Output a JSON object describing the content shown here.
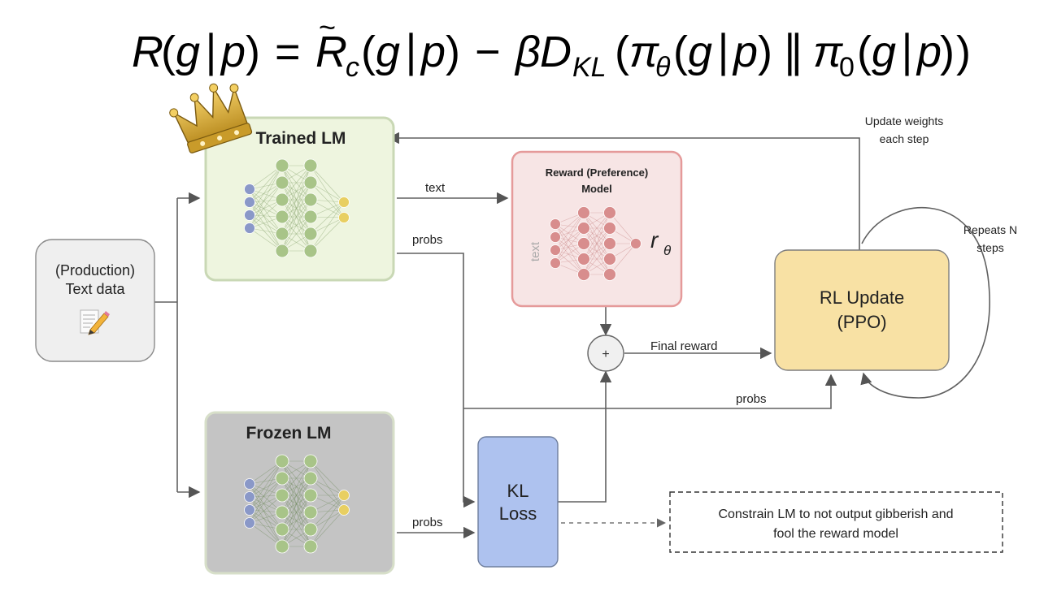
{
  "formula": {
    "R": "R",
    "open1": "(",
    "g1": "g",
    "bar1": "∣",
    "p1": "p",
    "close1": ")",
    "eq": "=",
    "Rtilde": "R",
    "tilde": "~",
    "c": "c",
    "open2": "(",
    "g2": "g",
    "bar2": "∣",
    "p2": "p",
    "close2": ")",
    "minus": "−",
    "beta": "β",
    "D": "D",
    "KL": "KL",
    "open3": "(",
    "pi1": "π",
    "theta": "θ",
    "open4": "(",
    "g3": "g",
    "bar3": "∣",
    "p3": "p",
    "close4": ")",
    "parallel": "∥",
    "pi2": "π",
    "zero": "0",
    "open5": "(",
    "g4": "g",
    "bar4": "∣",
    "p4": "p",
    "close5": ")",
    "close3": ")"
  },
  "nodes": {
    "trained_lm": "Trained LM",
    "frozen_lm": "Frozen LM",
    "text_data_line1": "(Production)",
    "text_data_line2": "Text data",
    "reward_model_line1": "Reward (Preference)",
    "reward_model_line2": "Model",
    "reward_input_label": "text",
    "reward_output_r": "r",
    "reward_output_sub": "θ",
    "plus": "+",
    "kl_line1": "KL",
    "kl_line2": "Loss",
    "rl_line1": "RL Update",
    "rl_line2": "(PPO)",
    "note_line1": "Constrain LM to not output gibberish and",
    "note_line2": "fool the reward model"
  },
  "edges": {
    "text": "text",
    "probs_trained": "probs",
    "probs_frozen": "probs",
    "final_reward": "Final reward",
    "probs_to_rl": "probs",
    "update_line1": "Update weights",
    "update_line2": "each step",
    "repeats_line1": "Repeats N",
    "repeats_line2": "steps"
  },
  "colors": {
    "trained_fill": "#eef5df",
    "trained_border": "#c9d8b5",
    "frozen_fill": "#c4c4c4",
    "frozen_border": "#d7dfc9",
    "reward_fill": "#f7e5e5",
    "reward_border": "#e59a9a",
    "kl_fill": "#aec2ef",
    "rl_fill": "#f8e1a4",
    "textdata_fill": "#efefef",
    "node_green": "#a8c488",
    "node_blue": "#8a98c8",
    "node_yellow": "#e8cf62",
    "node_pink": "#d88d8d"
  },
  "icons": [
    "crown-icon",
    "notepad-pencil-icon"
  ]
}
